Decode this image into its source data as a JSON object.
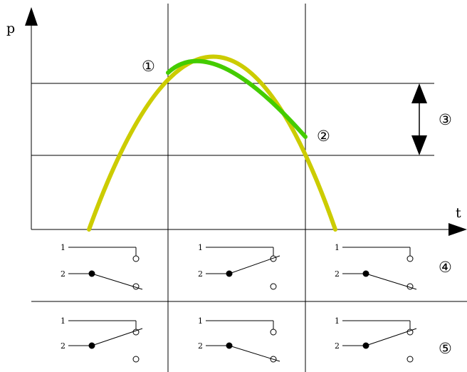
{
  "axes": {
    "y_label": "p",
    "x_label": "t"
  },
  "markers": {
    "m1": "①",
    "m2": "②",
    "m3": "③",
    "m4": "④",
    "m5": "⑤"
  },
  "switch_terminals": {
    "t1": "1",
    "t2": "2"
  },
  "switch_rows": [
    {
      "row": "④",
      "states": [
        "open",
        "to-1",
        "open"
      ]
    },
    {
      "row": "⑤",
      "states": [
        "to-1",
        "open",
        "to-1"
      ]
    }
  ],
  "colors": {
    "pressure_curve": "#cccc00",
    "highlight_curve": "#44cc00",
    "lines": "#000000"
  }
}
